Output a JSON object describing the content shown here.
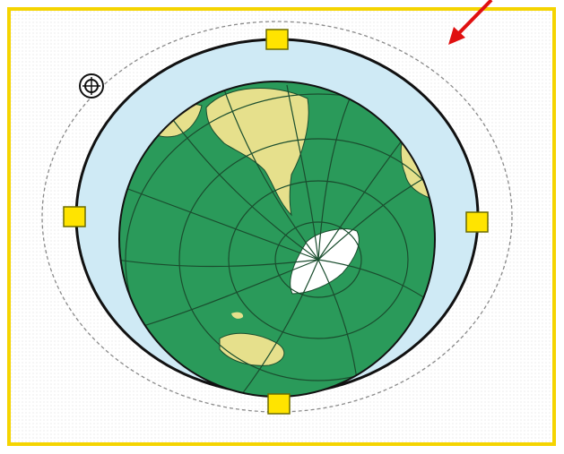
{
  "canvas": {
    "frame_color": "#f5d400",
    "background_color": "#ffffff",
    "dot_pattern_color": "#e3e3e3"
  },
  "globe": {
    "ocean_color": "#2a9a5a",
    "land_color": "#e6e08c",
    "ice_color": "#ffffff",
    "atmosphere_color": "#cfeaf5",
    "outline_color": "#111111",
    "graticule_color": "#1a4d2e"
  },
  "selection": {
    "handle_color": "#ffe400",
    "handle_border_color": "#6b6b00",
    "handles": [
      "top",
      "right",
      "bottom",
      "left"
    ],
    "outline_style": "dashed",
    "rotation_handle_icon": "rotate-icon"
  },
  "annotation": {
    "arrow_color": "#e01010",
    "icon": "red-arrow-icon"
  }
}
